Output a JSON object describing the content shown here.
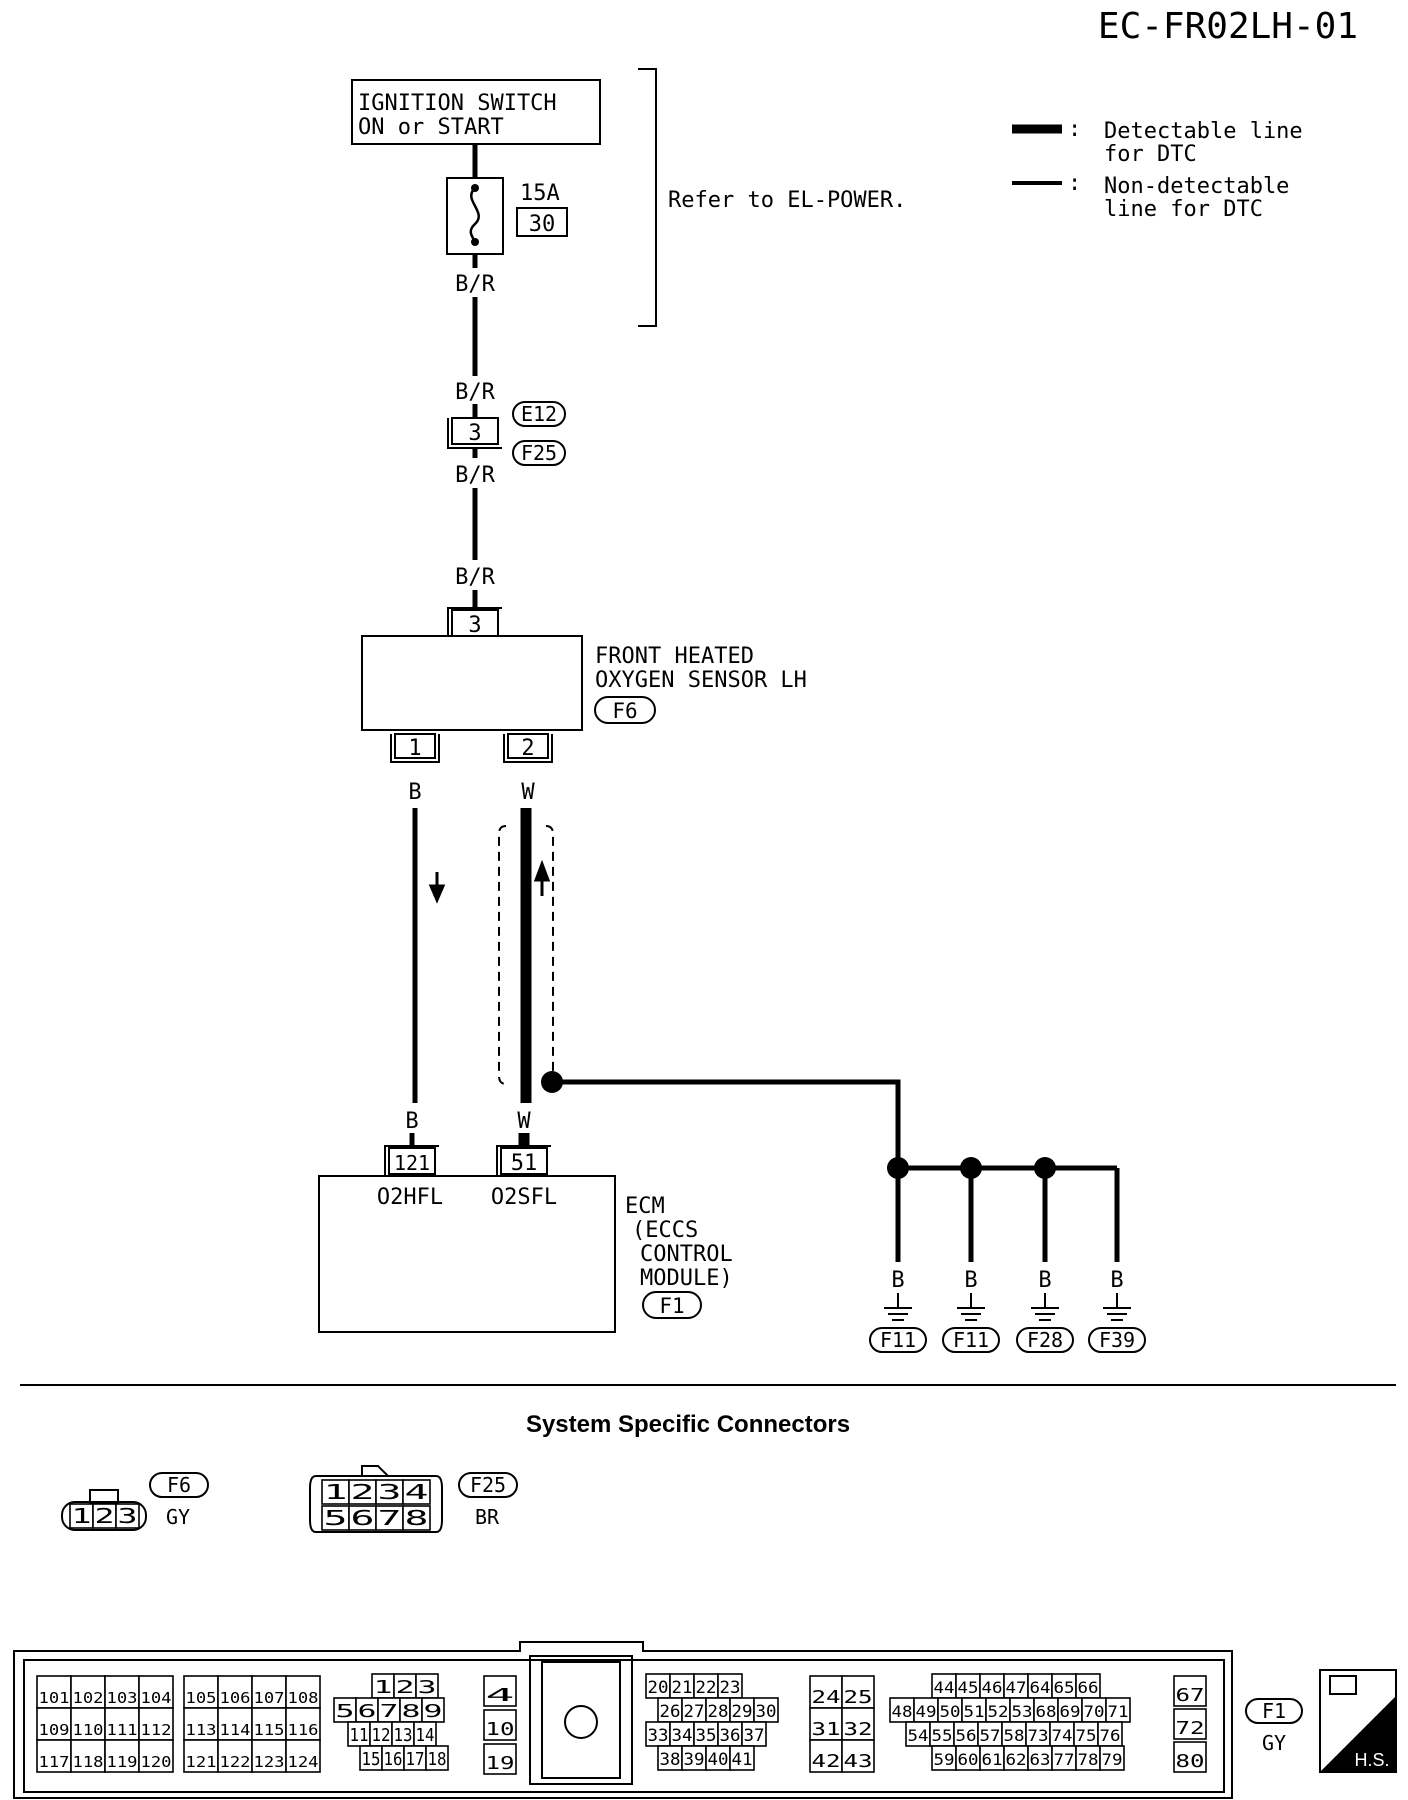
{
  "page_id": "EC-FR02LH-01",
  "legend": [
    {
      "symbol": "thick",
      "text_l1": "Detectable line",
      "text_l2": "for DTC"
    },
    {
      "symbol": "thin",
      "text_l1": "Non-detectable",
      "text_l2": "line for DTC"
    }
  ],
  "ignition": {
    "line1": "IGNITION SWITCH",
    "line2": "ON or START"
  },
  "fuse": {
    "rating": "15A",
    "number": "30"
  },
  "refer_note": "Refer to EL-POWER.",
  "wires": {
    "br": "B/R",
    "b": "B",
    "w": "W"
  },
  "connector_f12_f25": {
    "pin": "3",
    "tag_top": "E12",
    "tag_bottom": "F25"
  },
  "sensor": {
    "line1": "FRONT HEATED",
    "line2": "OXYGEN SENSOR LH",
    "tag": "F6",
    "pin_top": "3",
    "pin_left": "1",
    "pin_right": "2"
  },
  "ecm": {
    "pin_left": "121",
    "pin_right": "51",
    "term_left": "O2HFL",
    "term_right": "O2SFL",
    "line1": "ECM",
    "line2": "(ECCS",
    "line3": "CONTROL",
    "line4": "MODULE)",
    "tag": "F1"
  },
  "grounds": [
    {
      "wire": "B",
      "tag": "F11"
    },
    {
      "wire": "B",
      "tag": "F11"
    },
    {
      "wire": "B",
      "tag": "F28"
    },
    {
      "wire": "B",
      "tag": "F39"
    }
  ],
  "connectors_title": "System Specific Connectors",
  "conn_f6": {
    "tag": "F6",
    "color": "GY",
    "pins": [
      "1",
      "2",
      "3"
    ]
  },
  "conn_f25": {
    "tag": "F25",
    "color": "BR",
    "pins_top": [
      "1",
      "2",
      "3",
      "4"
    ],
    "pins_bottom": [
      "5",
      "6",
      "7",
      "8"
    ]
  },
  "ecm_connector": {
    "tag": "F1",
    "color": "GY",
    "badge": "H.S.",
    "block_a": [
      [
        "101",
        "102",
        "103",
        "104"
      ],
      [
        "109",
        "110",
        "111",
        "112"
      ],
      [
        "117",
        "118",
        "119",
        "120"
      ]
    ],
    "block_b": [
      [
        "105",
        "106",
        "107",
        "108"
      ],
      [
        "113",
        "114",
        "115",
        "116"
      ],
      [
        "121",
        "122",
        "123",
        "124"
      ]
    ],
    "block_c": [
      [
        "1",
        "2",
        "3"
      ],
      [
        "5",
        "6",
        "7",
        "8",
        "9"
      ],
      [
        "11",
        "12",
        "13",
        "14"
      ],
      [
        "15",
        "16",
        "17",
        "18"
      ]
    ],
    "block_d": [
      "4",
      "10",
      "19"
    ],
    "block_e": [
      [
        "20",
        "21",
        "22",
        "23"
      ],
      [
        "26",
        "27",
        "28",
        "29",
        "30"
      ],
      [
        "33",
        "34",
        "35",
        "36",
        "37"
      ],
      [
        "38",
        "39",
        "40",
        "41"
      ]
    ],
    "block_f": [
      [
        "24",
        "25"
      ],
      [
        "31",
        "32"
      ],
      [
        "42",
        "43"
      ]
    ],
    "block_g": [
      [
        "44",
        "45",
        "46",
        "47",
        "64",
        "65",
        "66"
      ],
      [
        "48",
        "49",
        "50",
        "51",
        "52",
        "53",
        "68",
        "69",
        "70",
        "71"
      ],
      [
        "54",
        "55",
        "56",
        "57",
        "58",
        "73",
        "74",
        "75",
        "76"
      ],
      [
        "59",
        "60",
        "61",
        "62",
        "63",
        "77",
        "78",
        "79"
      ]
    ],
    "block_h": [
      "67",
      "72",
      "80"
    ]
  }
}
